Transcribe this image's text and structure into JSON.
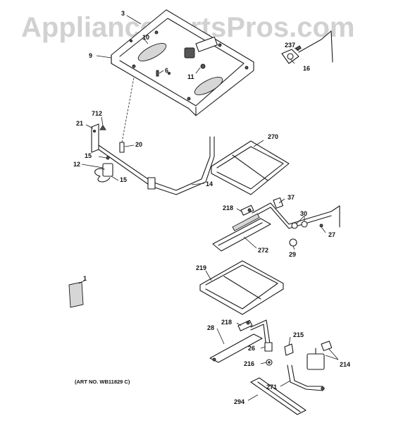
{
  "watermark": "AppliancePartsPros.com",
  "art_number": "(ART NO. WB11829 C)",
  "callouts": {
    "c3": "3",
    "c10": "10",
    "c9": "9",
    "c6": "6",
    "c11": "11",
    "c237": "237",
    "c16": "16",
    "c712": "712",
    "c21": "21",
    "c20": "20",
    "c15a": "15",
    "c12": "12",
    "c15b": "15",
    "c14": "14",
    "c270": "270",
    "c37": "37",
    "c218a": "218",
    "c30": "30",
    "c27": "27",
    "c272": "272",
    "c29": "29",
    "c1": "1",
    "c219": "219",
    "c218b": "218",
    "c28": "28",
    "c215": "215",
    "c26": "26",
    "c216": "216",
    "c214": "214",
    "c271": "271",
    "c294": "294"
  }
}
